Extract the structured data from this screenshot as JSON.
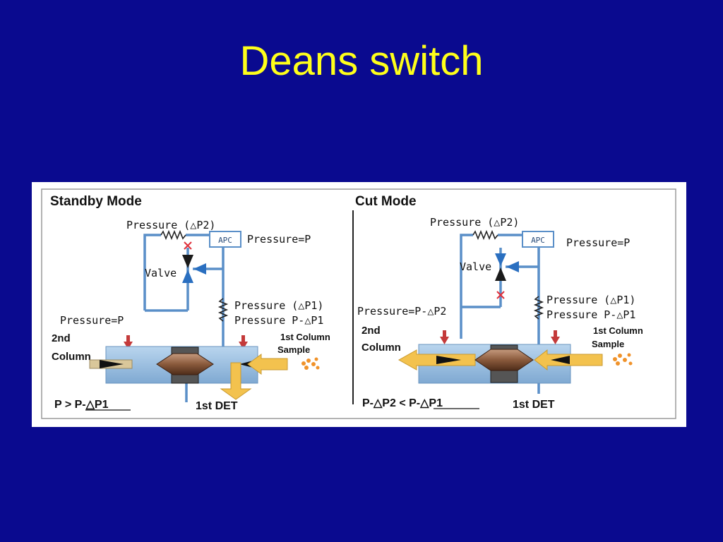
{
  "slide": {
    "title": "Deans switch"
  },
  "panels": [
    {
      "heading": "Standby Mode",
      "pressure_dp2": "Pressure (△P2)",
      "apc": "APC",
      "pressure_p_right": "Pressure=P",
      "valve": "Valve",
      "pressure_dp1": "Pressure (△P1)",
      "pressure_p_minus_dp1": "Pressure P-△P1",
      "pressure_left": "Pressure=P",
      "second_col_sup": "2nd",
      "second_col_label": "Column",
      "first_col": "1st Column",
      "sample": "Sample",
      "relation": "P > P-△P1",
      "det_label": "1st DET"
    },
    {
      "heading": "Cut Mode",
      "pressure_dp2": "Pressure (△P2)",
      "apc": "APC",
      "pressure_p_right": "Pressure=P",
      "valve": "Valve",
      "pressure_dp1": "Pressure (△P1)",
      "pressure_p_minus_dp1": "Pressure P-△P1",
      "pressure_left": "Pressure=P-△P2",
      "second_col_sup": "2nd",
      "second_col_label": "Column",
      "first_col": "1st Column",
      "sample": "Sample",
      "relation": "P-△P2 < P-△P1",
      "det_label": "1st DET"
    }
  ],
  "colors": {
    "background": "#0a0a8f",
    "title": "#ffff1a",
    "tubing": "#5a8fc8",
    "chamber": "#9fc3e3",
    "flow": "#f3c24e",
    "pressure_arrow": "#c43a3a"
  }
}
